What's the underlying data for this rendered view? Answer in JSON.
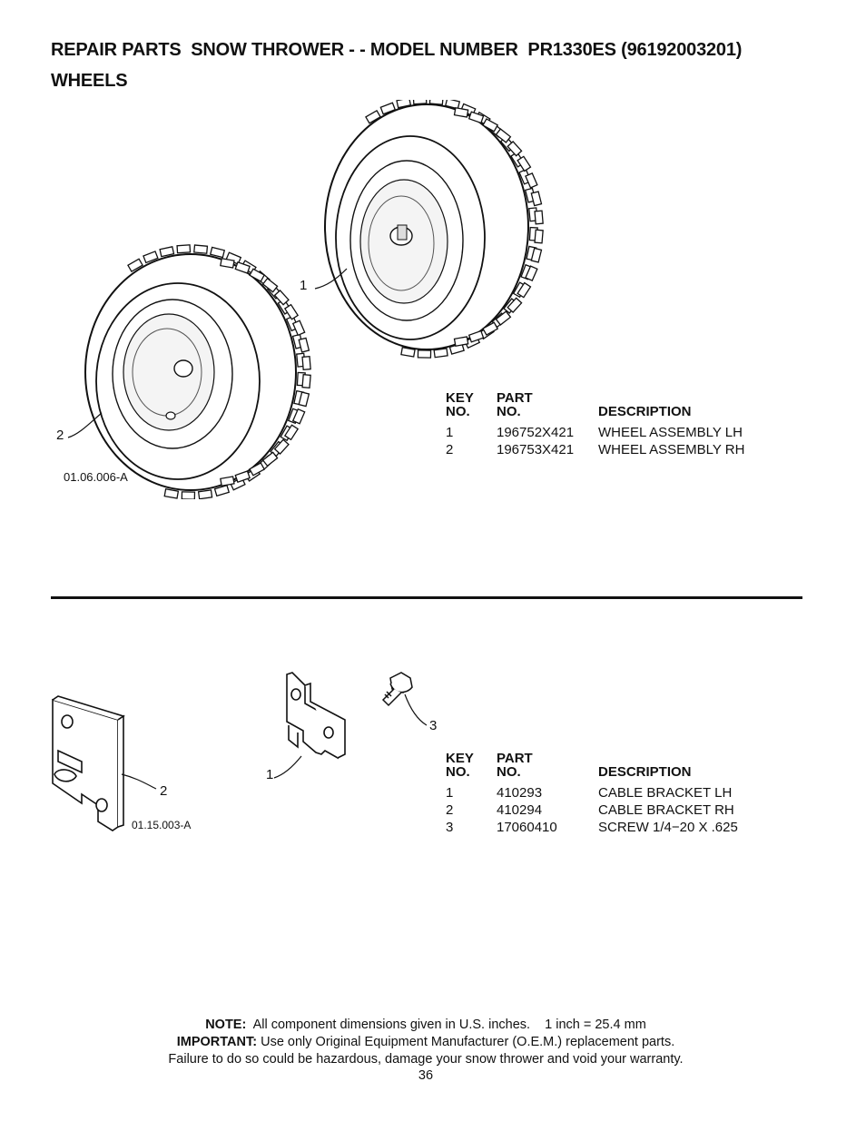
{
  "header": {
    "line1": "REPAIR PARTS  SNOW THROWER - - MODEL NUMBER  PR1330ES (96192003201)",
    "line2": "WHEELS"
  },
  "wheels": {
    "figure_code": "01.06.006-A",
    "callouts": [
      "1",
      "2"
    ],
    "table": {
      "key_header_1": "KEY",
      "key_header_2": "NO.",
      "part_header_1": "PART",
      "part_header_2": "NO.",
      "desc_header": "DESCRIPTION",
      "rows": [
        {
          "key": "1",
          "part": "196752X421",
          "desc": "WHEEL ASSEMBLY LH"
        },
        {
          "key": "2",
          "part": "196753X421",
          "desc": "WHEEL ASSEMBLY RH"
        }
      ]
    }
  },
  "brackets": {
    "figure_code": "01.15.003-A",
    "callouts": [
      "1",
      "2",
      "3"
    ],
    "table": {
      "key_header_1": "KEY",
      "key_header_2": "NO.",
      "part_header_1": "PART",
      "part_header_2": "NO.",
      "desc_header": "DESCRIPTION",
      "rows": [
        {
          "key": "1",
          "part": "410293",
          "desc": "CABLE BRACKET LH"
        },
        {
          "key": "2",
          "part": "410294",
          "desc": "CABLE BRACKET RH"
        },
        {
          "key": "3",
          "part": "17060410",
          "desc": "SCREW 1/4−20 X .625"
        }
      ]
    }
  },
  "footer": {
    "note_label": "NOTE:",
    "note_text": "All component dimensions given in U.S. inches.    1 inch = 25.4 mm",
    "important_label": "IMPORTANT:",
    "important_text": "Use only Original Equipment Manufacturer (O.E.M.) replacement parts.",
    "warning_text": "Failure to do so could be hazardous, damage your snow thrower and void your warranty.",
    "page_number": "36"
  }
}
